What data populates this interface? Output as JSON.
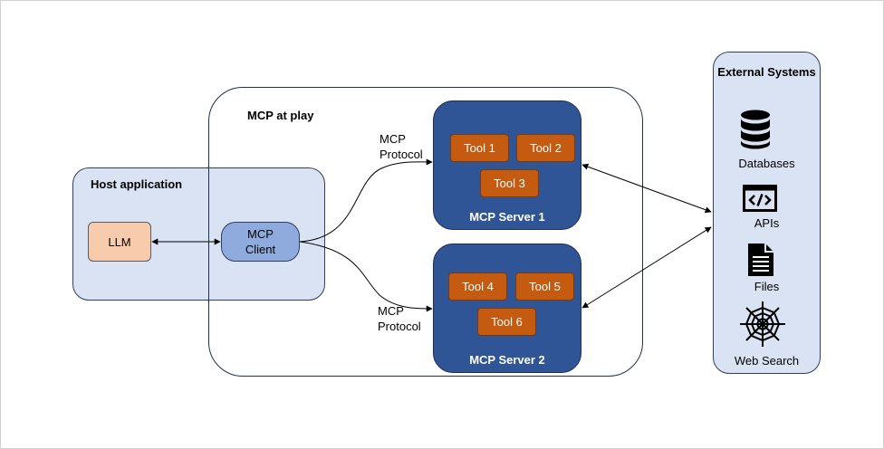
{
  "host": {
    "title": "Host application"
  },
  "llm": {
    "label": "LLM"
  },
  "client": {
    "line1": "MCP",
    "line2": "Client"
  },
  "play": {
    "title": "MCP at play"
  },
  "protocol": {
    "line1": "MCP",
    "line2": "Protocol"
  },
  "servers": [
    {
      "label": "MCP Server 1",
      "tools": [
        "Tool 1",
        "Tool 2",
        "Tool 3"
      ]
    },
    {
      "label": "MCP Server 2",
      "tools": [
        "Tool 4",
        "Tool 5",
        "Tool 6"
      ]
    }
  ],
  "external": {
    "title": "External Systems",
    "items": [
      {
        "label": "Databases",
        "icon": "database-icon"
      },
      {
        "label": "APIs",
        "icon": "api-code-icon"
      },
      {
        "label": "Files",
        "icon": "file-document-icon"
      },
      {
        "label": "Web Search",
        "icon": "spider-web-icon"
      }
    ]
  },
  "colors": {
    "host_fill": "#dae3f3",
    "llm_fill": "#f8cbad",
    "client_fill": "#8faadc",
    "server_fill": "#2f5597",
    "tool_fill": "#c55a11"
  }
}
